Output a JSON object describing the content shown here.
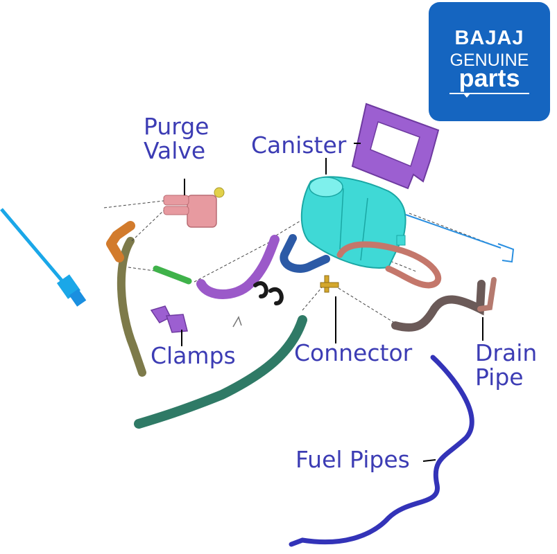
{
  "labels": {
    "purge_valve_line1": "Purge",
    "purge_valve_line2": "Valve",
    "canister": "Canister",
    "clamps": "Clamps",
    "connector": "Connector",
    "drain_pipe_line1": "Drain",
    "drain_pipe_line2": "Pipe",
    "fuel_pipes": "Fuel Pipes"
  },
  "logo": {
    "brand": "BAJAJ",
    "genuine": "GENUINE",
    "parts": "parts"
  },
  "colors": {
    "label_text": "#3c3cb4",
    "logo_background": "#1565c0",
    "canister": "#3fd9d6",
    "bracket": "#9c5fd1",
    "purge_valve": "#e79aa0",
    "fuel_pipe": "#3333b8",
    "green_hose": "#2f7a66",
    "drain_pipe": "#b57a6f",
    "blue_strap": "#1aa7e8"
  }
}
